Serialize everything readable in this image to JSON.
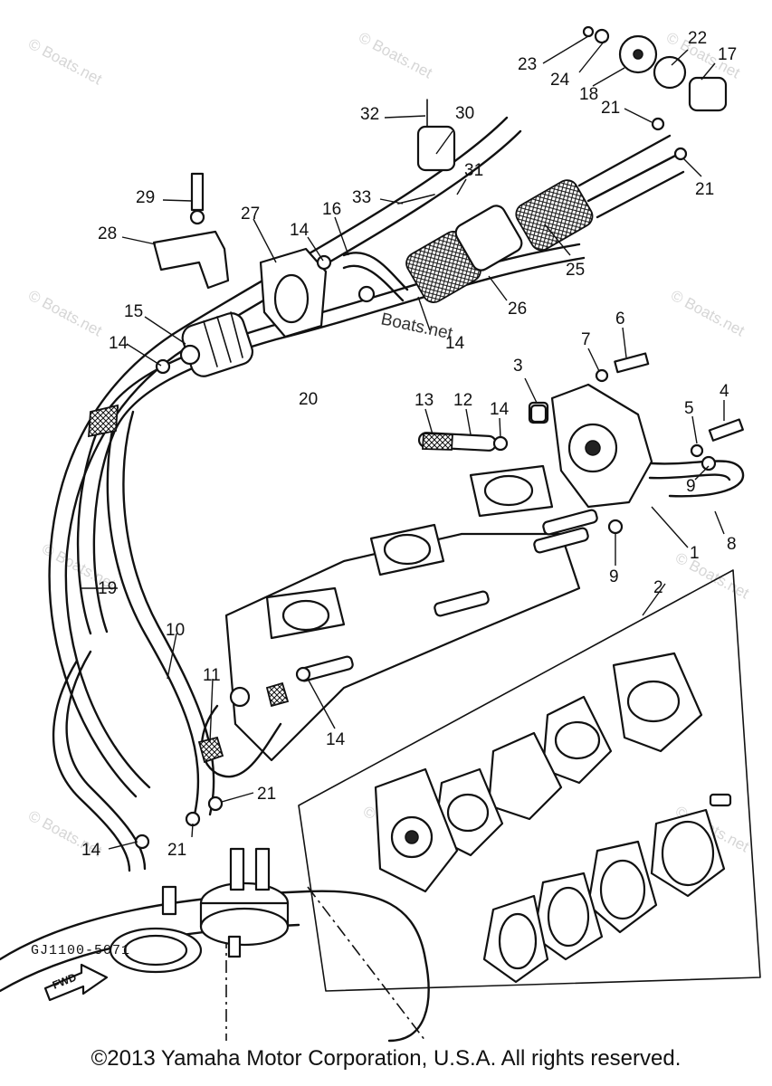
{
  "watermark": "© Boats.net",
  "center_watermark": "Boats.net",
  "fwd_label": "FWD",
  "drawing_code": "GJ1100-5071",
  "copyright": "©2013 Yamaha Motor Corporation, U.S.A. All rights reserved.",
  "callouts": {
    "c1": "1",
    "c2": "2",
    "c3": "3",
    "c4": "4",
    "c5": "5",
    "c6": "6",
    "c7": "7",
    "c8": "8",
    "c9a": "9",
    "c9b": "9",
    "c10": "10",
    "c11": "11",
    "c12": "12",
    "c13": "13",
    "c14a": "14",
    "c14b": "14",
    "c14c": "14",
    "c14d": "14",
    "c14e": "14",
    "c14f": "14",
    "c15": "15",
    "c16": "16",
    "c17": "17",
    "c18": "18",
    "c19": "19",
    "c20": "20",
    "c21a": "21",
    "c21b": "21",
    "c21c": "21",
    "c21d": "21",
    "c22": "22",
    "c23": "23",
    "c24": "24",
    "c25": "25",
    "c26": "26",
    "c27": "27",
    "c28": "28",
    "c29": "29",
    "c30": "30",
    "c31": "31",
    "c32": "32",
    "c33": "33"
  }
}
